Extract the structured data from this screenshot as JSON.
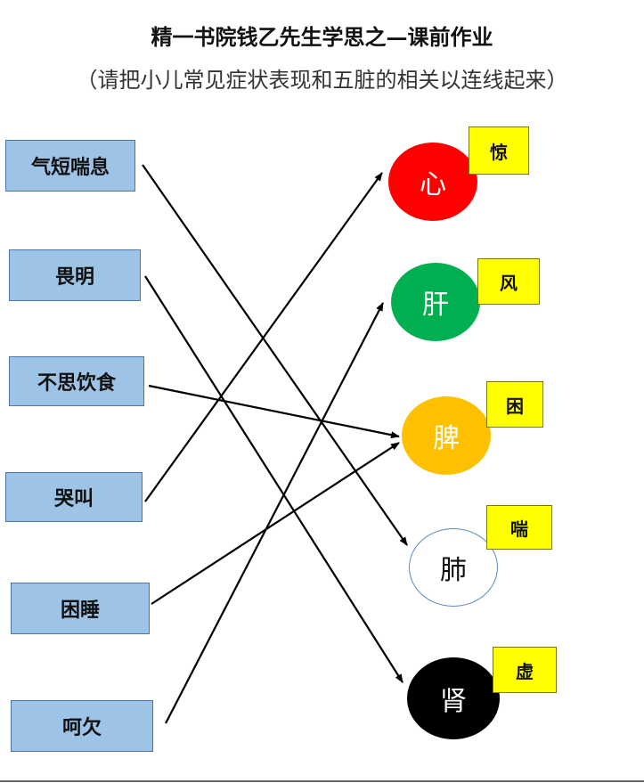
{
  "title": "精一书院钱乙先生学思之—课前作业",
  "subtitle": "（请把小儿常见症状表现和五脏的相关以连线起来）",
  "symptoms": [
    {
      "label": "气短喘息"
    },
    {
      "label": "畏明"
    },
    {
      "label": "不思饮食"
    },
    {
      "label": "哭叫"
    },
    {
      "label": "困睡"
    },
    {
      "label": "呵欠"
    }
  ],
  "organs": [
    {
      "label": "心",
      "fill": "#ff0000",
      "text_color": "#ffffff",
      "tag": "惊"
    },
    {
      "label": "肝",
      "fill": "#00b050",
      "text_color": "#ffffff",
      "tag": "风"
    },
    {
      "label": "脾",
      "fill": "#ffc000",
      "text_color": "#ffffff",
      "tag": "困"
    },
    {
      "label": "肺",
      "fill": "#ffffff",
      "text_color": "#111111",
      "tag": "喘"
    },
    {
      "label": "肾",
      "fill": "#000000",
      "text_color": "#ffffff",
      "tag": "虚"
    }
  ],
  "connections": [
    {
      "from": "气短喘息",
      "to": "肺"
    },
    {
      "from": "畏明",
      "to": "肾"
    },
    {
      "from": "不思饮食",
      "to": "脾"
    },
    {
      "from": "哭叫",
      "to": "心"
    },
    {
      "from": "困睡",
      "to": "脾"
    },
    {
      "from": "呵欠",
      "to": "肝"
    }
  ],
  "colors": {
    "symptom_fill": "#9dc3e6",
    "symptom_border": "#4a78a8",
    "tag_fill": "#ffff00",
    "line": "#000000"
  }
}
